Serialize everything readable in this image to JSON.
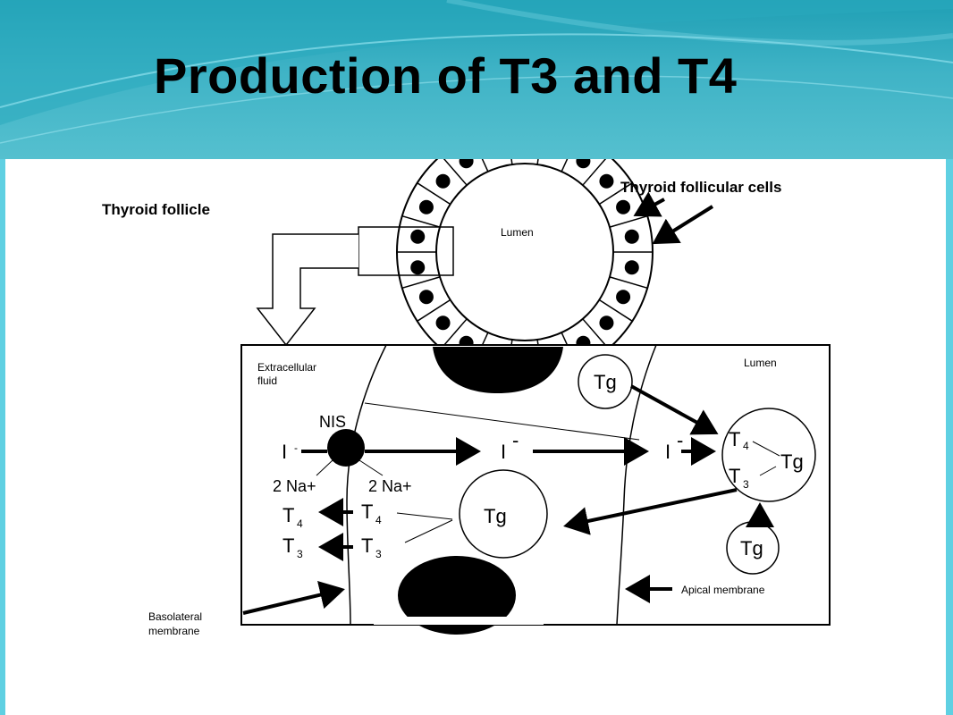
{
  "slide": {
    "title": "Production of T3 and T4"
  },
  "diagram": {
    "labels": {
      "thyroid_follicle": "Thyroid follicle",
      "thyroid_follicular_cells": "Thyroid follicular cells",
      "lumen_top": "Lumen",
      "extracellular_1": "Extracellular",
      "extracellular_2": "fluid",
      "lumen_cell": "Lumen",
      "nis": "NIS",
      "iodide": "I",
      "minus": "-",
      "na_left": "2 Na+",
      "na_right": "2 Na+",
      "tg": "Tg",
      "t": "T",
      "sub4": "4",
      "sub3": "3",
      "basolateral_1": "Basolateral",
      "basolateral_2": "membrane",
      "apical": "Apical membrane"
    }
  },
  "colors": {
    "header_dark": "#1f9fb4",
    "header_light": "#55c0cf",
    "panel": "#ffffff",
    "ink": "#000000"
  }
}
